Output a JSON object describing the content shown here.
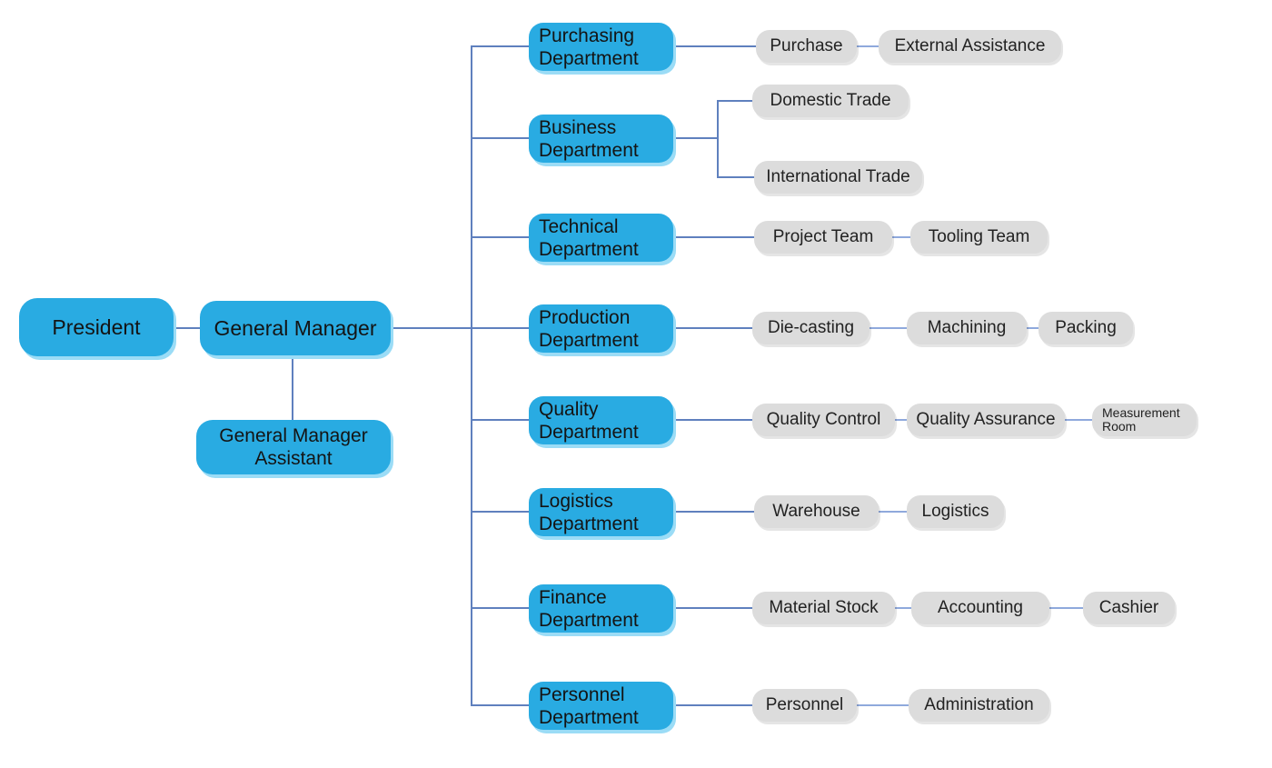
{
  "colors": {
    "node_blue": "#29ABE2",
    "node_blue_shadow": "#9BDCF6",
    "unit_gray": "#DCDCDC",
    "connector_dark": "#5F80BE",
    "connector_light": "#8FA9DC",
    "text": "#1a1a1a"
  },
  "org": {
    "president": {
      "label": "President"
    },
    "general_manager": {
      "label": "General Manager"
    },
    "gm_assistant": {
      "line1": "General Manager",
      "line2": "Assistant"
    },
    "departments": [
      {
        "line1": "Purchasing",
        "line2": "Department",
        "units": [
          "Purchase",
          "External Assistance"
        ]
      },
      {
        "line1": "Business",
        "line2": "Department",
        "units": [
          "Domestic Trade",
          "International Trade"
        ]
      },
      {
        "line1": "Technical",
        "line2": "Department",
        "units": [
          "Project Team",
          "Tooling Team"
        ]
      },
      {
        "line1": "Production",
        "line2": "Department",
        "units": [
          "Die-casting",
          "Machining",
          "Packing"
        ]
      },
      {
        "line1": "Quality",
        "line2": "Department",
        "units": [
          "Quality Control",
          "Quality Assurance",
          "Measurement Room"
        ]
      },
      {
        "line1": "Logistics",
        "line2": "Department",
        "units": [
          "Warehouse",
          "Logistics"
        ]
      },
      {
        "line1": "Finance",
        "line2": "Department",
        "units": [
          "Material Stock",
          "Accounting",
          "Cashier"
        ]
      },
      {
        "line1": "Personnel",
        "line2": "Department",
        "units": [
          "Personnel",
          "Administration"
        ]
      }
    ]
  }
}
